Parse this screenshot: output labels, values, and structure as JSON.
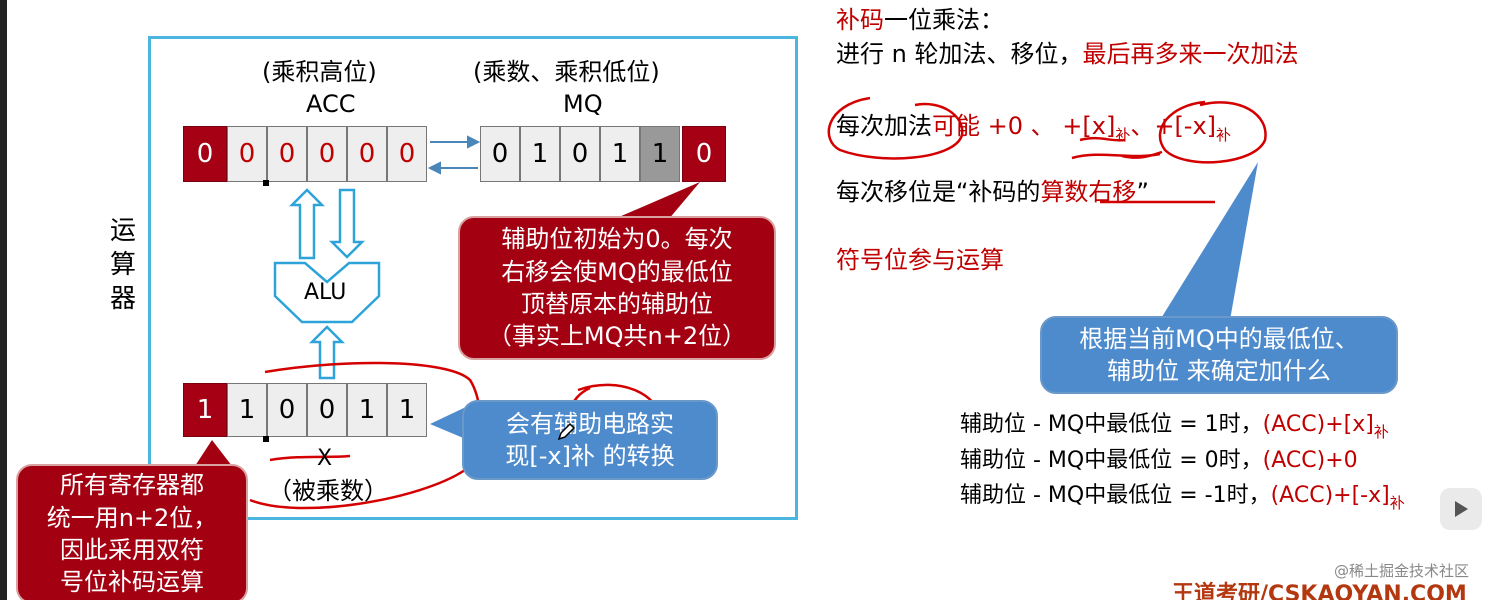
{
  "left_panel": {
    "acc_caption": "(乘积高位)",
    "acc_label": "ACC",
    "mq_caption": "(乘数、乘积低位)",
    "mq_label": "MQ",
    "acc_cells": [
      "0",
      "0",
      "0",
      "0",
      "0",
      "0"
    ],
    "mq_cells": [
      "0",
      "1",
      "0",
      "1",
      "1",
      "0"
    ],
    "x_cells": [
      "1",
      "1",
      "0",
      "0",
      "1",
      "1"
    ],
    "alu_label": "ALU",
    "side_label": [
      "运",
      "算",
      "器"
    ],
    "x_label": "X",
    "x_caption": "（被乘数）",
    "callout_aux": [
      "辅助位初始为0。每次",
      "右移会使MQ的最低位",
      "顶替原本的辅助位",
      "（事实上MQ共n+2位）"
    ],
    "callout_circuit": [
      "会有辅助电路实",
      "现[-x]补 的转换"
    ],
    "callout_regs": [
      "所有寄存器都",
      "统一用n+2位，",
      "因此采用双符",
      "号位补码运算"
    ]
  },
  "right_panel": {
    "title_red": "补码",
    "title_black": "一位乘法：",
    "line1_black": "进行 n 轮加法、移位，",
    "line1_red": "最后再多来一次加法",
    "line2_black": "每次加法",
    "line2_red": "可能 +0 、 +[x]",
    "line2_sub1": "补",
    "line2_sep": "、",
    "line2_red2": "+[-x]",
    "line2_sub2": "补",
    "line3_black1": "每次移位是“补码的",
    "line3_red": "算数右移",
    "line3_black2": "”",
    "line4_red": "符号位参与运算",
    "callout_lines": [
      "根据当前MQ中的最低位、",
      "辅助位 来确定加什么"
    ],
    "rules": [
      {
        "cond": "辅助位 - MQ中最低位 = 1时，",
        "op": "(ACC)+[x]",
        "sub": "补"
      },
      {
        "cond": "辅助位 - MQ中最低位 = 0时，",
        "op": "(ACC)+0",
        "sub": ""
      },
      {
        "cond": "辅助位 - MQ中最低位 = -1时，",
        "op": "(ACC)+[-x]",
        "sub": "补"
      }
    ]
  },
  "footer": {
    "watermark": "@稀土掘金技术社区",
    "brand": "王道考研/CSKAOYAN.COM"
  }
}
